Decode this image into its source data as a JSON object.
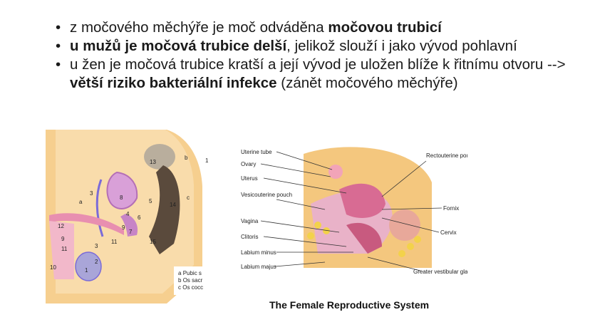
{
  "bullets": [
    {
      "parts": [
        {
          "t": "z močového měchýře je moč odváděna ",
          "b": false
        },
        {
          "t": "močovou trubicí",
          "b": true
        }
      ]
    },
    {
      "parts": [
        {
          "t": "u mužů je močová trubice delší",
          "b": true
        },
        {
          "t": ", jelikož slouží i jako vývod pohlavní",
          "b": false
        }
      ]
    },
    {
      "parts": [
        {
          "t": "u žen je močová trubice kratší a její vývod je uložen blíže k řitnímu otvoru --> ",
          "b": false
        },
        {
          "t": "větší riziko bakteriální infekce",
          "b": true
        },
        {
          "t": " (zánět močového měchýře)",
          "b": false
        }
      ]
    }
  ],
  "male_figure": {
    "numbers": [
      "13",
      "b",
      "1",
      "3",
      "8",
      "a",
      "c",
      "4",
      "5",
      "14",
      "6",
      "12",
      "9",
      "7",
      "9",
      "11",
      "11",
      "15",
      "3",
      "2",
      "10",
      "1"
    ],
    "legend": [
      {
        "key": "a",
        "text": "Pubic s"
      },
      {
        "key": "b",
        "text": "Os sacr"
      },
      {
        "key": "c",
        "text": "Os cocc"
      }
    ]
  },
  "female_figure": {
    "labels_left": [
      "Uterine tube",
      "Ovary",
      "Uterus",
      "Vesicouterine pouch",
      "Vagina",
      "Clitoris",
      "Labium minus",
      "Labium majus"
    ],
    "labels_right": [
      "Rectouterine pouch",
      "Fornix",
      "Cervix",
      "Greater vestibular gland"
    ],
    "caption": "The Female Reproductive System"
  },
  "colors": {
    "skin": "#f4c77e",
    "bladder": "#d9a0d8",
    "rectum": "#6b5a4a",
    "pink": "#e88fb0"
  }
}
